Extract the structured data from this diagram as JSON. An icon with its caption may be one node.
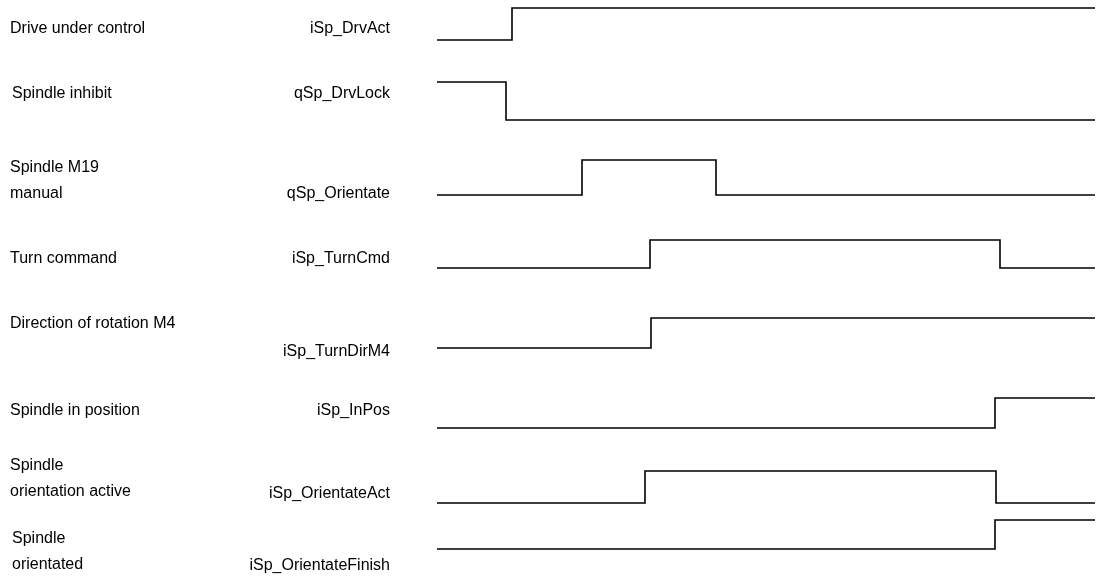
{
  "diagram": {
    "labels": [
      "Drive under control",
      "iSp_DrvAct",
      "Spindle inhibit",
      "qSp_DrvLock",
      "Spindle M19 manual",
      "qSp_Orientate",
      "Turn command",
      "iSp_TurnCmd",
      "Direction of rotation M4",
      "iSp_TurnDirM4",
      "Spindle in position",
      "iSp_InPos",
      "Spindle orientation active",
      "iSp_OrientateAct",
      "Spindle orientated",
      "iSp_OrientateFinish"
    ]
  }
}
